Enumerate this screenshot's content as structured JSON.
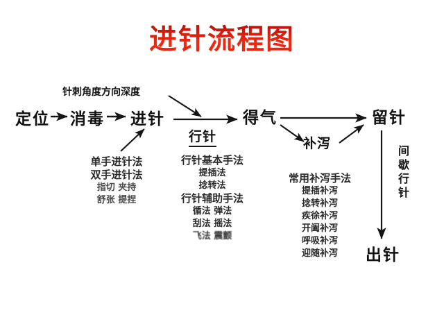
{
  "page": {
    "title": "进针流程图",
    "title_color": "#e01b0c",
    "background": "#ffffff",
    "ink_color": "#111111"
  },
  "flow": {
    "main_nodes": [
      {
        "label": "定位"
      },
      {
        "label": "消毒"
      },
      {
        "label": "进针"
      },
      {
        "label": "得气"
      },
      {
        "label": "留针"
      },
      {
        "label": "出针"
      }
    ],
    "sub_nodes": [
      {
        "label": "行针",
        "underlined": true
      },
      {
        "label": "补泻",
        "underlined": false
      }
    ],
    "annotations": [
      {
        "label": "针刺角度方向深度"
      }
    ],
    "vertical_label": {
      "chars": [
        "间",
        "歇",
        "行",
        "针"
      ],
      "text": "间歇行针"
    }
  },
  "details": {
    "needle_insertion": {
      "lines": [
        "单手进针法",
        "双手进针法",
        "指切 夹持",
        "舒张 提捏"
      ]
    },
    "needle_manipulation": {
      "head_basic": "行针基本手法",
      "basic_lines": [
        "提插法",
        "捻转法"
      ],
      "head_assist": "行针辅助手法",
      "assist_lines": [
        "循法 弹法",
        "刮法 摇法",
        "飞法 震颤"
      ]
    },
    "reinforcing_reducing": {
      "head": "常用补泻手法",
      "lines": [
        "提插补泻",
        "捻转补泻",
        "疾徐补泻",
        "开阖补泻",
        "呼吸补泻",
        "迎随补泻"
      ]
    }
  }
}
